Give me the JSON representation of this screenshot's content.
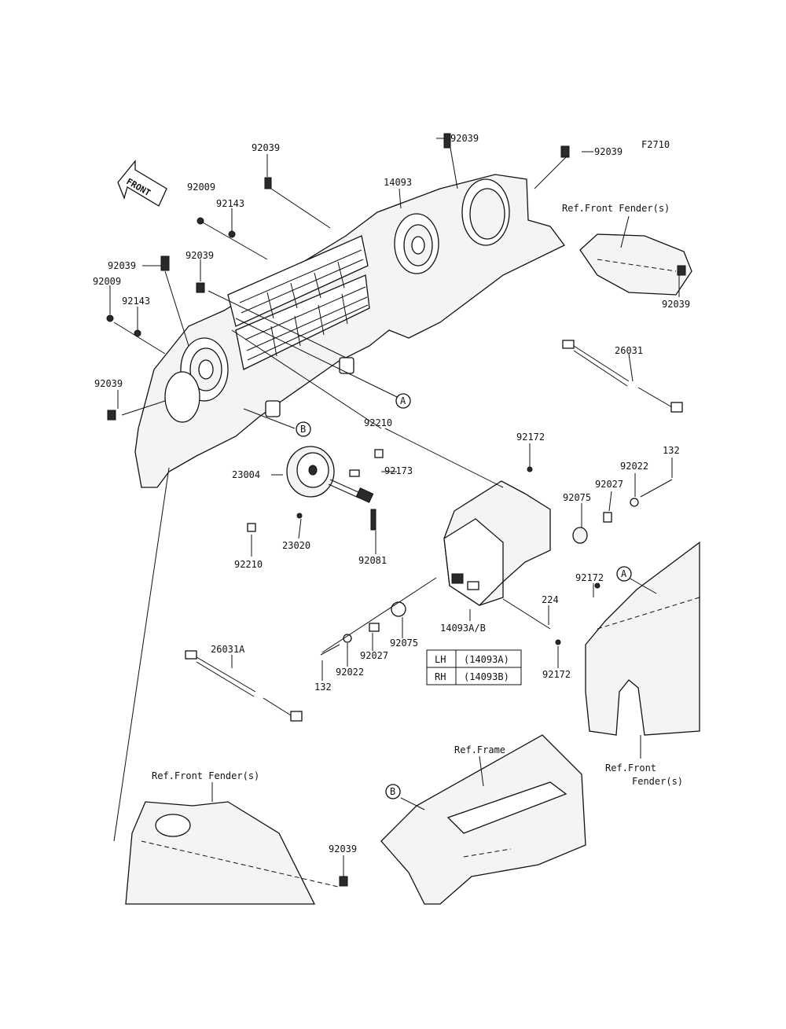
{
  "figure_code": "F2710",
  "direction_label": "FRONT",
  "part_labels": {
    "p92039_a": "92039",
    "p92039_b": "92039",
    "p92039_c": "92039",
    "p92039_d": "92039",
    "p92039_e": "92039",
    "p92039_f": "92039",
    "p92039_g": "92039",
    "p92039_h": "92039",
    "p14093": "14093",
    "p92009_a": "92009",
    "p92009_b": "92009",
    "p92143_a": "92143",
    "p92143_b": "92143",
    "p26031": "26031",
    "p26031A": "26031A",
    "p92210_a": "92210",
    "p92210_b": "92210",
    "p92173": "92173",
    "p23004": "23004",
    "p23020": "23020",
    "p92081": "92081",
    "p92172_a": "92172",
    "p92172_b": "92172",
    "p92172_c": "92172",
    "p132_a": "132",
    "p132_b": "132",
    "p92022_a": "92022",
    "p92022_b": "92022",
    "p92027_a": "92027",
    "p92027_b": "92027",
    "p92075_a": "92075",
    "p92075_b": "92075",
    "p224": "224",
    "p14093AB": "14093A/B"
  },
  "references": {
    "front_fender_top": "Ref.Front Fender(s)",
    "front_fender_bottom": "Ref.Front Fender(s)",
    "front_fender_right_1": "Ref.Front",
    "front_fender_right_2": "Fender(s)",
    "frame": "Ref.Frame"
  },
  "callouts": {
    "a": "A",
    "b": "B"
  },
  "variant_table": [
    {
      "side": "LH",
      "part": "(14093A)"
    },
    {
      "side": "RH",
      "part": "(14093B)"
    }
  ]
}
